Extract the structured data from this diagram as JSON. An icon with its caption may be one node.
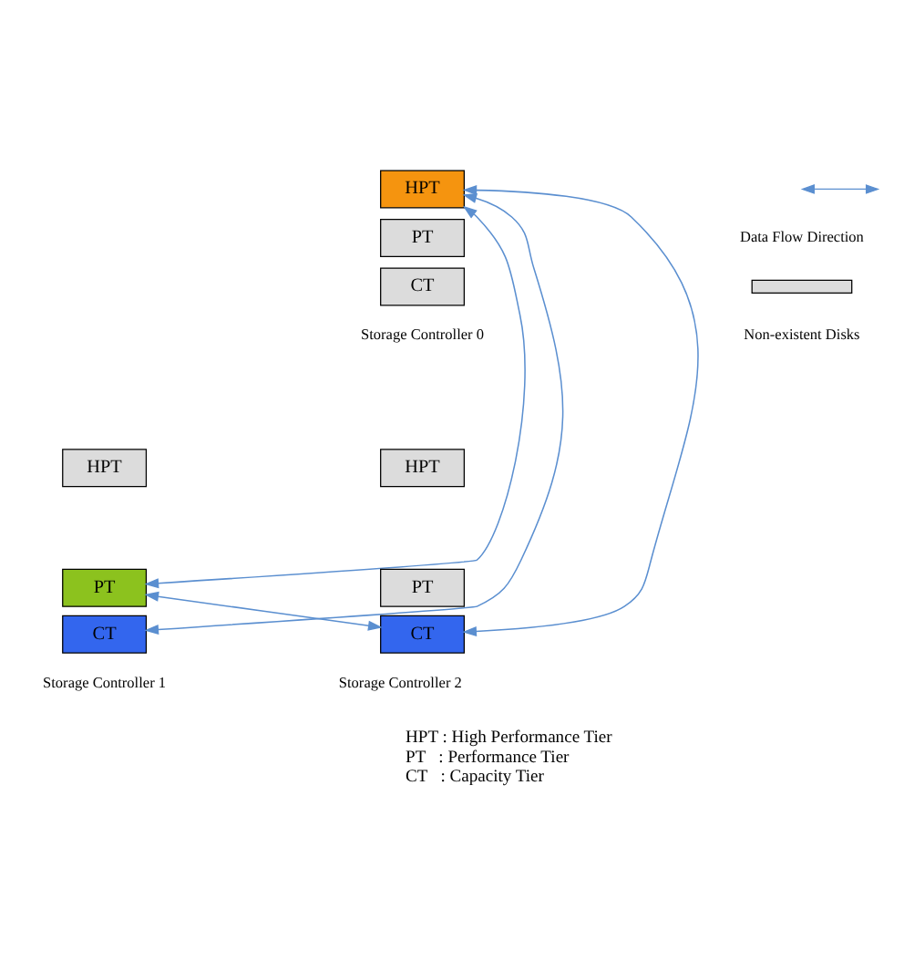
{
  "diagram": {
    "nodes": [
      {
        "text": [
          "HPT"
        ]
      },
      {
        "text": [
          "PT"
        ]
      },
      {
        "text": [
          "CT"
        ],
        "beside": [
          "Storage Controller 0"
        ]
      },
      {
        "text": [
          "HPT"
        ]
      },
      {
        "text": [
          "PT"
        ]
      },
      {
        "text": [
          "CT"
        ],
        "beside": [
          "Storage Controller 1"
        ]
      },
      {
        "text": [
          "HPT"
        ]
      },
      {
        "text": [
          "PT"
        ]
      },
      {
        "text": [
          "CT"
        ],
        "beside": [
          "Storage Controller 2"
        ]
      }
    ],
    "edges": [
      {
        "from": 0,
        "to": 5,
        "arrow": "both"
      },
      {
        "from": 0,
        "to": 4,
        "arrow": "both"
      },
      {
        "from": 0,
        "to": 8,
        "arrow": "both"
      },
      {
        "from": 4,
        "to": 8,
        "arrow": "both"
      }
    ],
    "labels": [
      "HPT : High Performance Tier",
      "PT   : Performance Tier",
      "CT   : Capacity Tier"
    ],
    "legend": [
      {
        "text": "Data Flow Direction"
      },
      {
        "text": "Non-existent Disks"
      }
    ]
  }
}
